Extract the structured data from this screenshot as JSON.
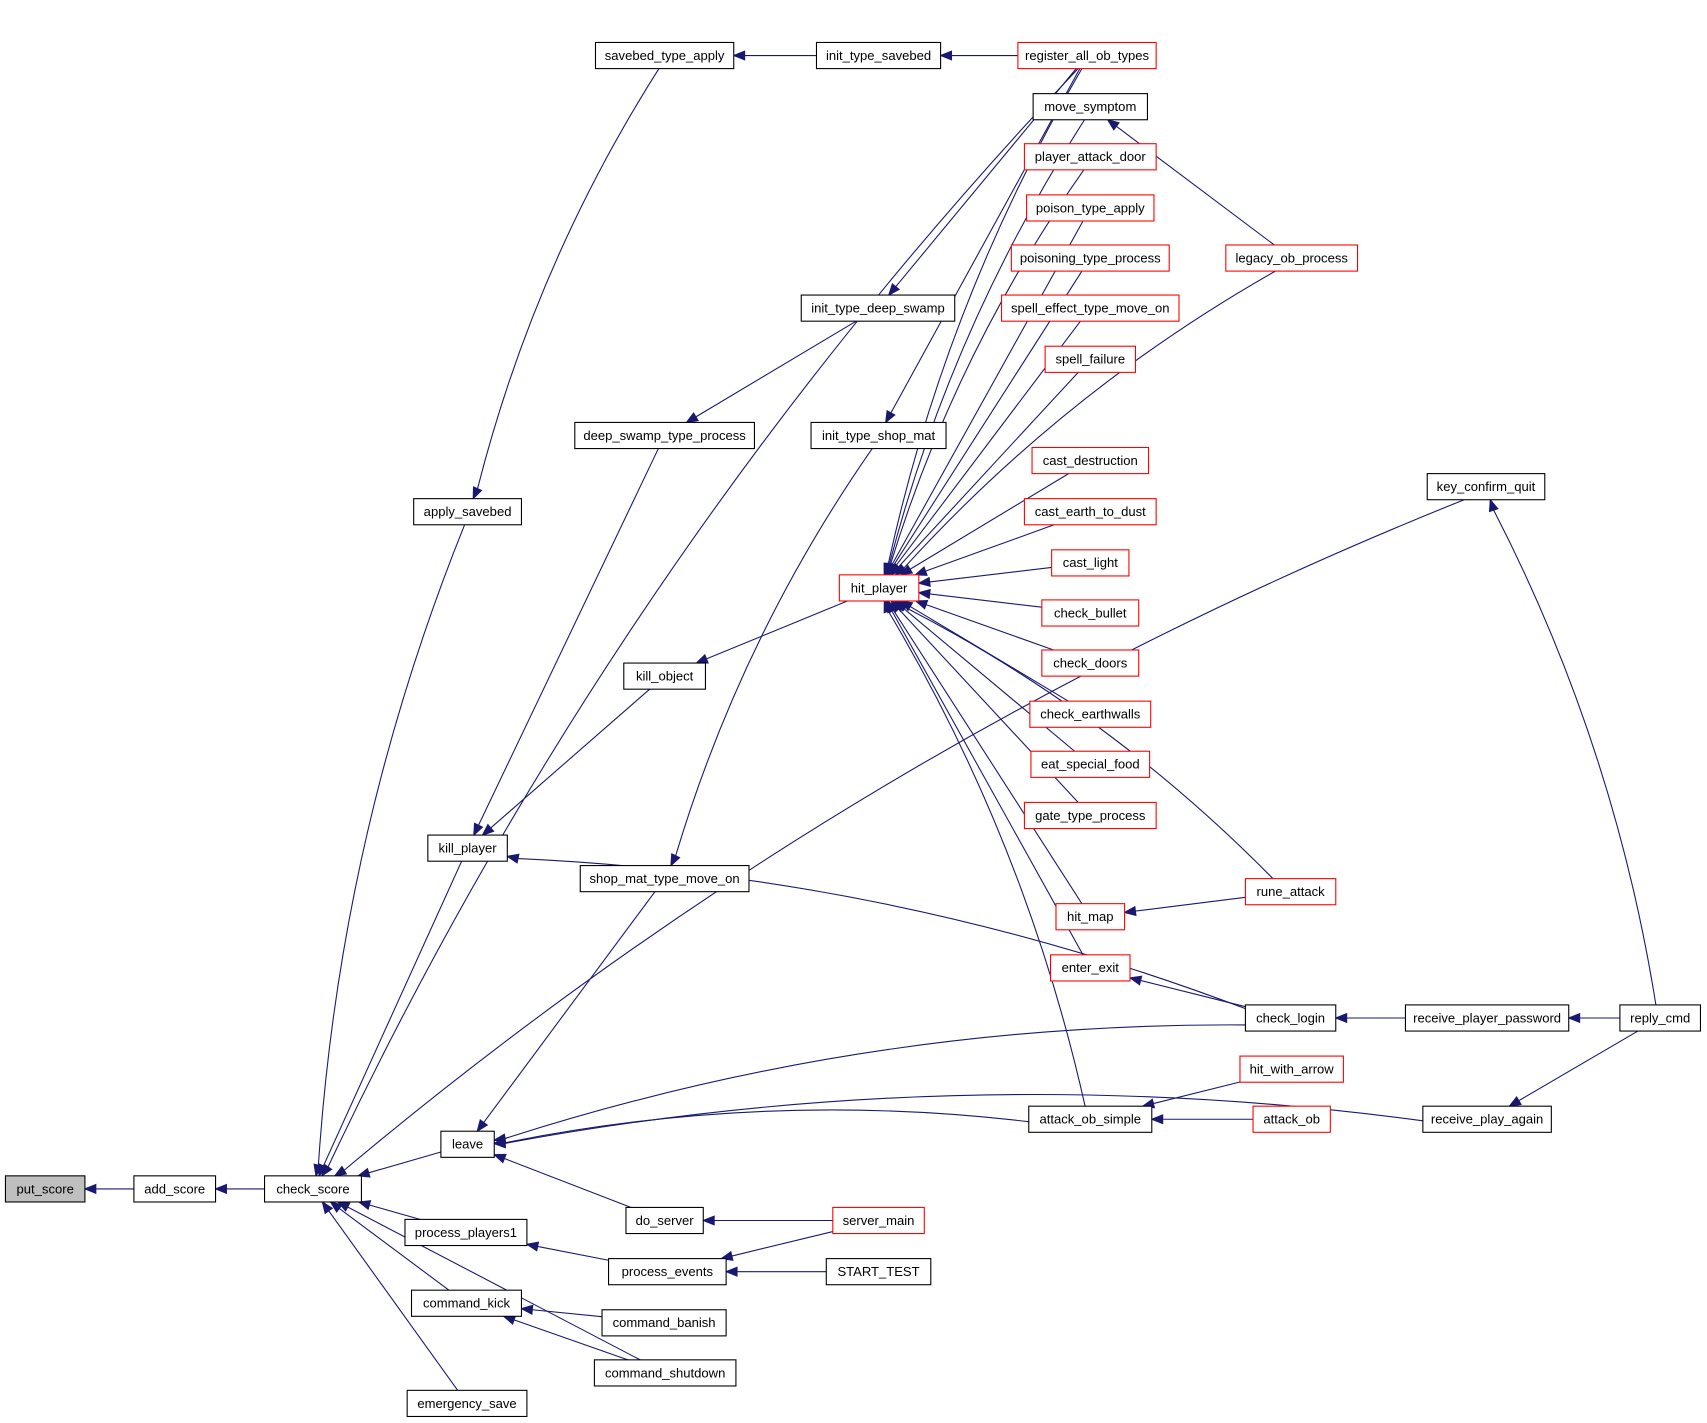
{
  "title": "put_score caller graph",
  "colors": {
    "edge": "#191970",
    "node_border": "#000000",
    "node_border_truncated": "#ff0000",
    "root_fill": "#bfbfbf",
    "node_fill": "#ffffff"
  },
  "nodes": [
    {
      "id": "put_score",
      "label": "put_score",
      "style": "root"
    },
    {
      "id": "add_score",
      "label": "add_score",
      "style": "normal"
    },
    {
      "id": "check_score",
      "label": "check_score",
      "style": "normal"
    },
    {
      "id": "savebed_type_apply",
      "label": "savebed_type_apply",
      "style": "normal"
    },
    {
      "id": "init_type_savebed",
      "label": "init_type_savebed",
      "style": "normal"
    },
    {
      "id": "register_all_ob_types",
      "label": "register_all_ob_types",
      "style": "truncated"
    },
    {
      "id": "move_symptom",
      "label": "move_symptom",
      "style": "normal"
    },
    {
      "id": "player_attack_door",
      "label": "player_attack_door",
      "style": "truncated"
    },
    {
      "id": "poison_type_apply",
      "label": "poison_type_apply",
      "style": "truncated"
    },
    {
      "id": "poisoning_type_process",
      "label": "poisoning_type_process",
      "style": "truncated"
    },
    {
      "id": "legacy_ob_process",
      "label": "legacy_ob_process",
      "style": "truncated"
    },
    {
      "id": "spell_effect_type_move_on",
      "label": "spell_effect_type_move_on",
      "style": "truncated"
    },
    {
      "id": "init_type_deep_swamp",
      "label": "init_type_deep_swamp",
      "style": "normal"
    },
    {
      "id": "spell_failure",
      "label": "spell_failure",
      "style": "truncated"
    },
    {
      "id": "deep_swamp_type_process",
      "label": "deep_swamp_type_process",
      "style": "normal"
    },
    {
      "id": "init_type_shop_mat",
      "label": "init_type_shop_mat",
      "style": "normal"
    },
    {
      "id": "cast_destruction",
      "label": "cast_destruction",
      "style": "truncated"
    },
    {
      "id": "key_confirm_quit",
      "label": "key_confirm_quit",
      "style": "normal"
    },
    {
      "id": "apply_savebed",
      "label": "apply_savebed",
      "style": "normal"
    },
    {
      "id": "cast_earth_to_dust",
      "label": "cast_earth_to_dust",
      "style": "truncated"
    },
    {
      "id": "cast_light",
      "label": "cast_light",
      "style": "truncated"
    },
    {
      "id": "hit_player",
      "label": "hit_player",
      "style": "truncated"
    },
    {
      "id": "check_bullet",
      "label": "check_bullet",
      "style": "truncated"
    },
    {
      "id": "check_doors",
      "label": "check_doors",
      "style": "truncated"
    },
    {
      "id": "kill_object",
      "label": "kill_object",
      "style": "normal"
    },
    {
      "id": "check_earthwalls",
      "label": "check_earthwalls",
      "style": "truncated"
    },
    {
      "id": "eat_special_food",
      "label": "eat_special_food",
      "style": "truncated"
    },
    {
      "id": "gate_type_process",
      "label": "gate_type_process",
      "style": "truncated"
    },
    {
      "id": "kill_player",
      "label": "kill_player",
      "style": "normal"
    },
    {
      "id": "shop_mat_type_move_on",
      "label": "shop_mat_type_move_on",
      "style": "normal"
    },
    {
      "id": "rune_attack",
      "label": "rune_attack",
      "style": "truncated"
    },
    {
      "id": "hit_map",
      "label": "hit_map",
      "style": "truncated"
    },
    {
      "id": "enter_exit",
      "label": "enter_exit",
      "style": "truncated"
    },
    {
      "id": "check_login",
      "label": "check_login",
      "style": "normal"
    },
    {
      "id": "receive_player_password",
      "label": "receive_player_password",
      "style": "normal"
    },
    {
      "id": "reply_cmd",
      "label": "reply_cmd",
      "style": "normal"
    },
    {
      "id": "hit_with_arrow",
      "label": "hit_with_arrow",
      "style": "truncated"
    },
    {
      "id": "attack_ob_simple",
      "label": "attack_ob_simple",
      "style": "normal"
    },
    {
      "id": "attack_ob",
      "label": "attack_ob",
      "style": "truncated"
    },
    {
      "id": "receive_play_again",
      "label": "receive_play_again",
      "style": "normal"
    },
    {
      "id": "leave",
      "label": "leave",
      "style": "normal"
    },
    {
      "id": "do_server",
      "label": "do_server",
      "style": "normal"
    },
    {
      "id": "server_main",
      "label": "server_main",
      "style": "truncated"
    },
    {
      "id": "process_players1",
      "label": "process_players1",
      "style": "normal"
    },
    {
      "id": "process_events",
      "label": "process_events",
      "style": "normal"
    },
    {
      "id": "START_TEST",
      "label": "START_TEST",
      "style": "normal"
    },
    {
      "id": "command_kick",
      "label": "command_kick",
      "style": "normal"
    },
    {
      "id": "command_banish",
      "label": "command_banish",
      "style": "normal"
    },
    {
      "id": "command_shutdown",
      "label": "command_shutdown",
      "style": "normal"
    },
    {
      "id": "emergency_save",
      "label": "emergency_save",
      "style": "normal"
    }
  ],
  "edges": [
    [
      "add_score",
      "put_score"
    ],
    [
      "check_score",
      "add_score"
    ],
    [
      "register_all_ob_types",
      "check_score"
    ],
    [
      "apply_savebed",
      "check_score"
    ],
    [
      "kill_player",
      "check_score"
    ],
    [
      "leave",
      "check_score"
    ],
    [
      "process_players1",
      "check_score"
    ],
    [
      "command_kick",
      "check_score"
    ],
    [
      "command_shutdown",
      "check_score"
    ],
    [
      "emergency_save",
      "check_score"
    ],
    [
      "init_type_savebed",
      "savebed_type_apply"
    ],
    [
      "register_all_ob_types",
      "init_type_savebed"
    ],
    [
      "savebed_type_apply",
      "apply_savebed"
    ],
    [
      "register_all_ob_types",
      "init_type_deep_swamp"
    ],
    [
      "register_all_ob_types",
      "init_type_shop_mat"
    ],
    [
      "legacy_ob_process",
      "move_symptom"
    ],
    [
      "init_type_deep_swamp",
      "deep_swamp_type_process"
    ],
    [
      "deep_swamp_type_process",
      "kill_player"
    ],
    [
      "init_type_shop_mat",
      "shop_mat_type_move_on"
    ],
    [
      "reply_cmd",
      "key_confirm_quit"
    ],
    [
      "key_confirm_quit",
      "check_score"
    ],
    [
      "hit_player",
      "kill_object"
    ],
    [
      "kill_object",
      "kill_player"
    ],
    [
      "check_login",
      "kill_player"
    ],
    [
      "shop_mat_type_move_on",
      "leave"
    ],
    [
      "move_symptom",
      "hit_player"
    ],
    [
      "player_attack_door",
      "hit_player"
    ],
    [
      "poison_type_apply",
      "hit_player"
    ],
    [
      "poisoning_type_process",
      "hit_player"
    ],
    [
      "spell_effect_type_move_on",
      "hit_player"
    ],
    [
      "spell_failure",
      "hit_player"
    ],
    [
      "legacy_ob_process",
      "hit_player"
    ],
    [
      "cast_destruction",
      "hit_player"
    ],
    [
      "cast_earth_to_dust",
      "hit_player"
    ],
    [
      "cast_light",
      "hit_player"
    ],
    [
      "check_bullet",
      "hit_player"
    ],
    [
      "check_doors",
      "hit_player"
    ],
    [
      "check_earthwalls",
      "hit_player"
    ],
    [
      "eat_special_food",
      "hit_player"
    ],
    [
      "gate_type_process",
      "hit_player"
    ],
    [
      "rune_attack",
      "hit_player"
    ],
    [
      "hit_map",
      "hit_player"
    ],
    [
      "enter_exit",
      "hit_player"
    ],
    [
      "attack_ob_simple",
      "hit_player"
    ],
    [
      "register_all_ob_types",
      "hit_player"
    ],
    [
      "rune_attack",
      "hit_map"
    ],
    [
      "check_login",
      "enter_exit"
    ],
    [
      "receive_player_password",
      "check_login"
    ],
    [
      "reply_cmd",
      "receive_player_password"
    ],
    [
      "hit_with_arrow",
      "attack_ob_simple"
    ],
    [
      "attack_ob",
      "attack_ob_simple"
    ],
    [
      "reply_cmd",
      "receive_play_again"
    ],
    [
      "check_login",
      "leave"
    ],
    [
      "attack_ob_simple",
      "leave"
    ],
    [
      "receive_play_again",
      "leave"
    ],
    [
      "do_server",
      "leave"
    ],
    [
      "server_main",
      "do_server"
    ],
    [
      "process_events",
      "process_players1"
    ],
    [
      "server_main",
      "process_events"
    ],
    [
      "START_TEST",
      "process_events"
    ],
    [
      "command_banish",
      "command_kick"
    ],
    [
      "command_shutdown",
      "command_kick"
    ]
  ]
}
